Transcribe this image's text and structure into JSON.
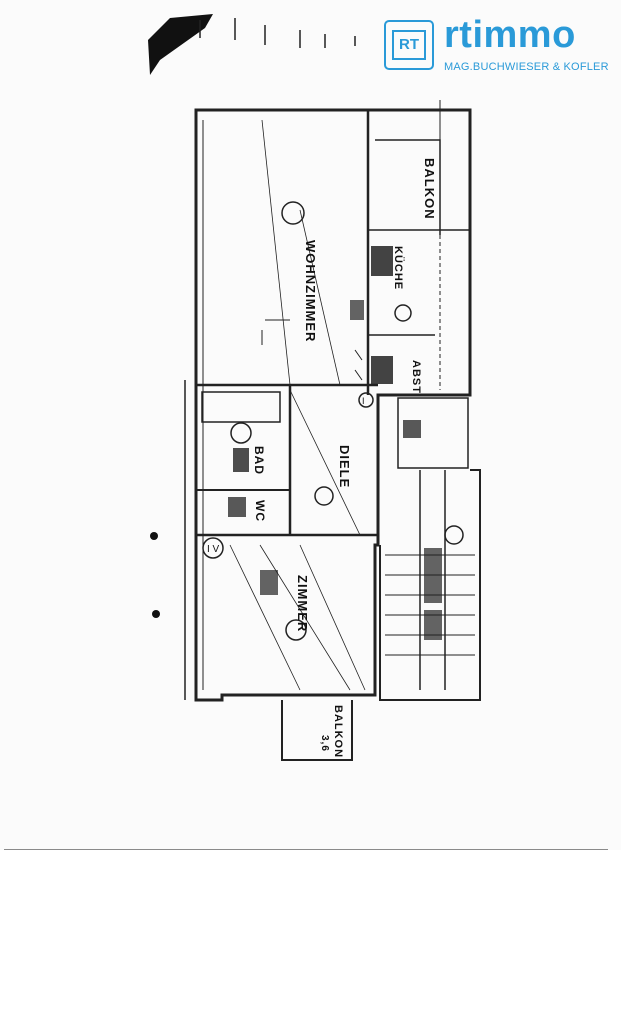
{
  "logo": {
    "mark": "RT",
    "wordmark": "rtimmo",
    "subline": "MAG.BUCHWIESER & KOFLER",
    "color": "#2a9ad8"
  },
  "plan": {
    "rooms": {
      "wohnzimmer": "WOHNZIMMER",
      "kueche": "KÜCHE",
      "balkon_top": "BALKON",
      "abstell": "ABST",
      "diele": "DIELE",
      "bad": "BAD",
      "wc": "WC",
      "zimmer": "ZIMMER",
      "balkon_bottom": "BALKON"
    },
    "balkon_bottom_area": "3,6",
    "marks": {
      "roman_one": "I",
      "roman_four": "I V"
    }
  }
}
